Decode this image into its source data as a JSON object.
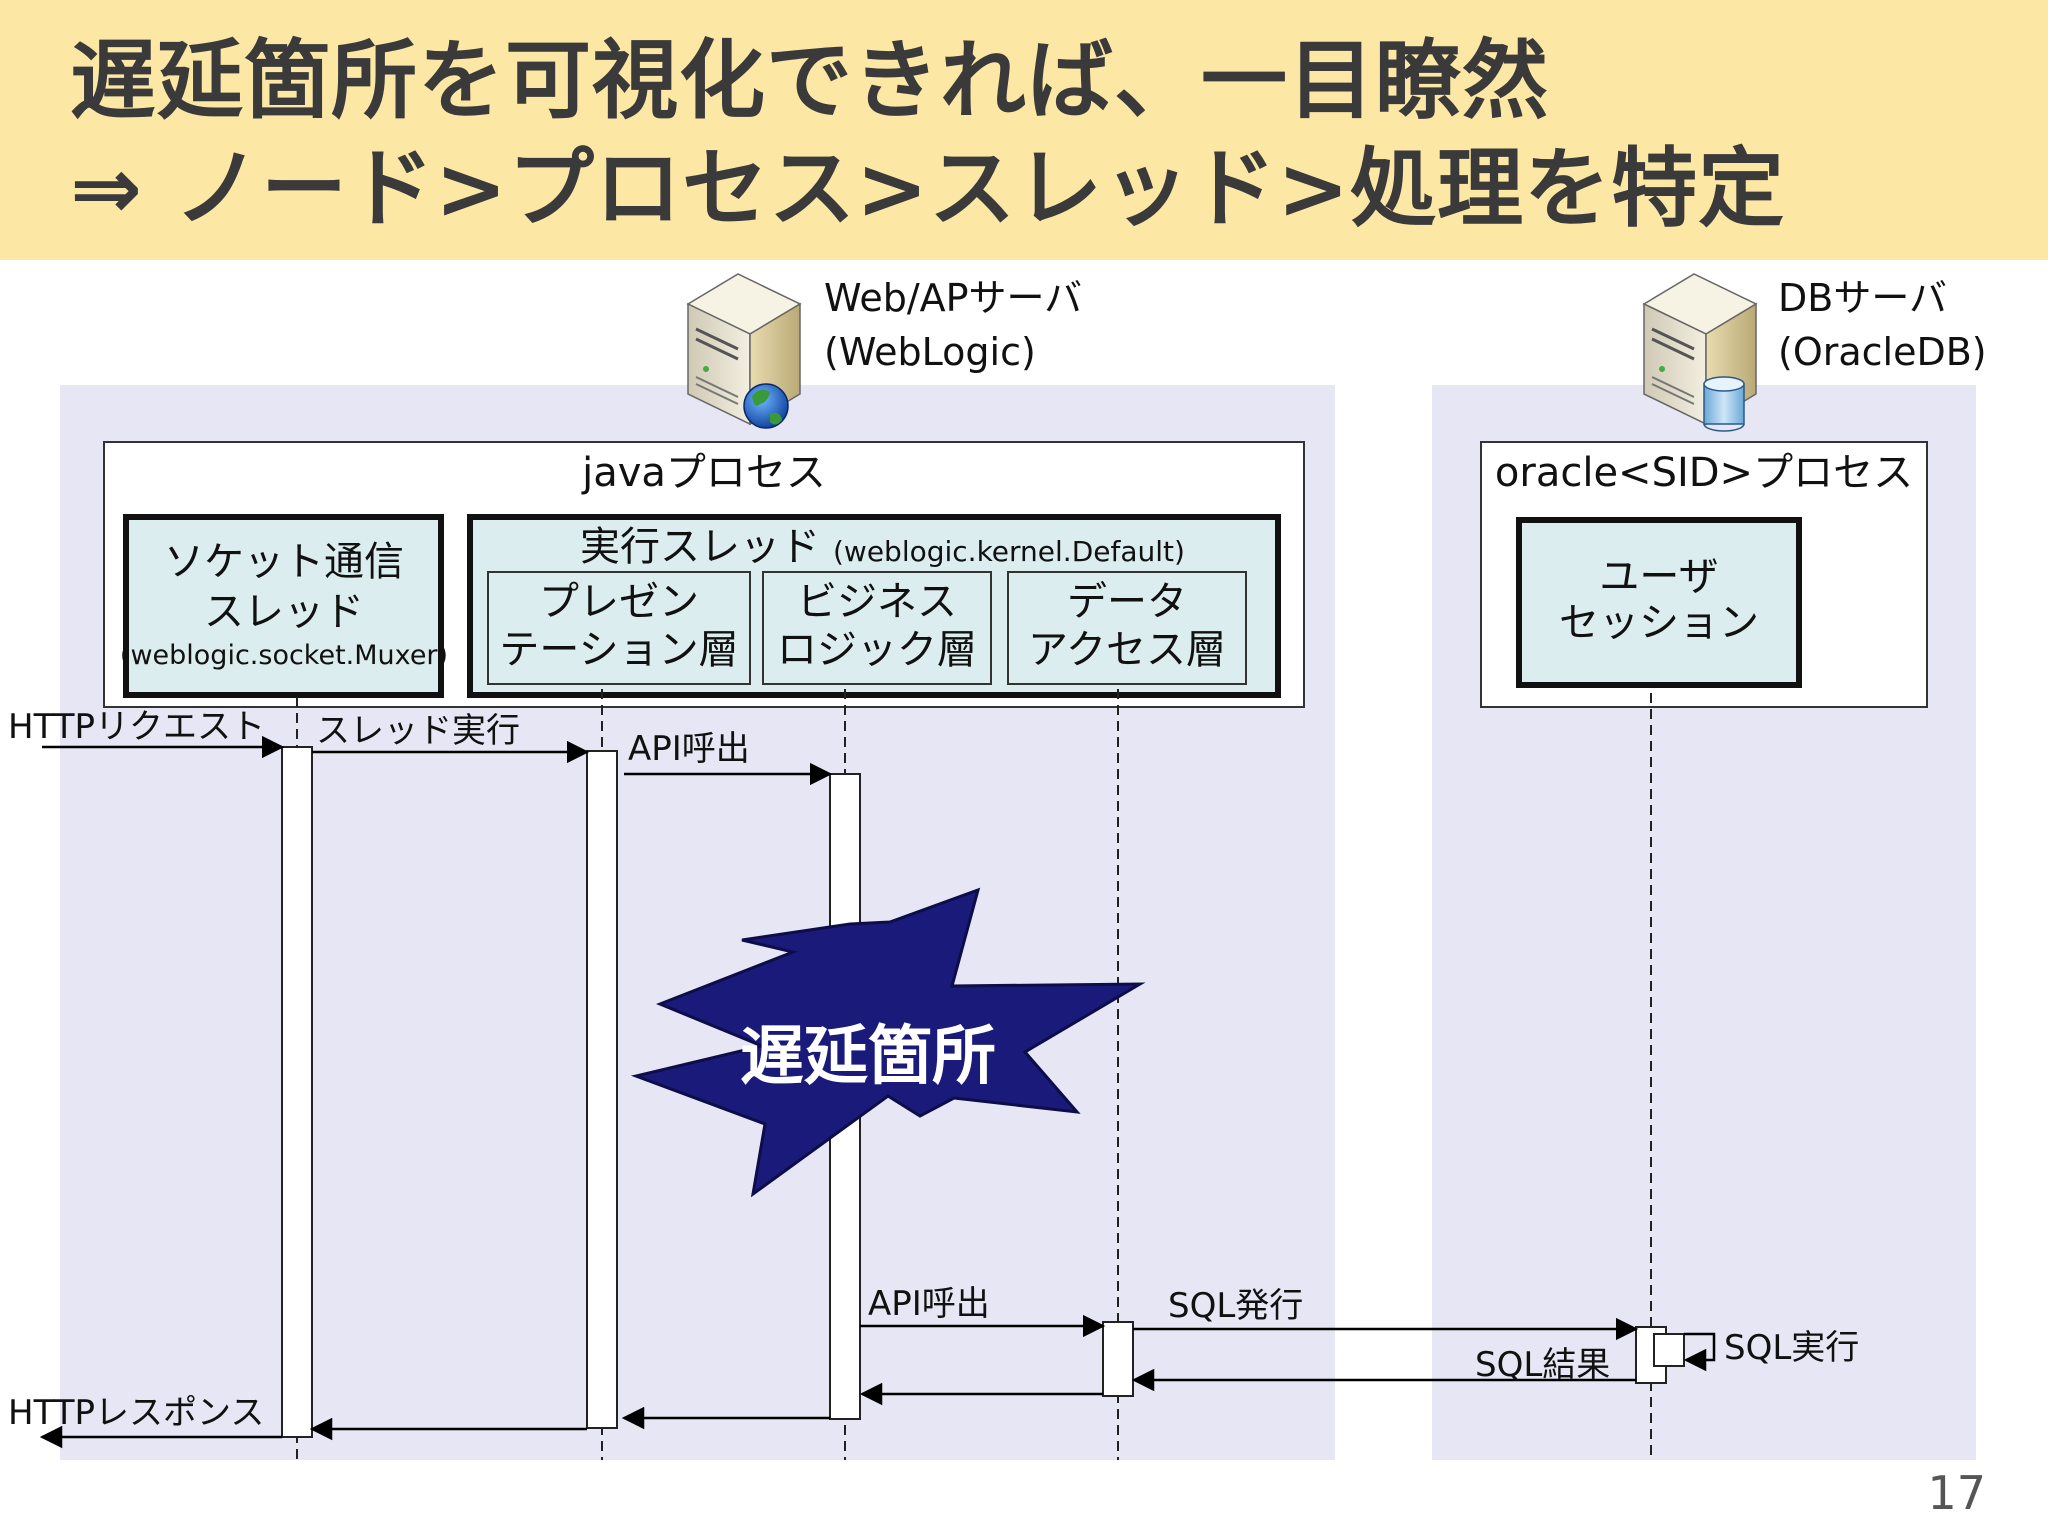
{
  "title": {
    "line1": "遅延箇所を可視化できれば、一目瞭然",
    "line2": "⇒ ノード>プロセス>スレッド>処理を特定"
  },
  "servers": {
    "web": {
      "line1": "Web/APサーバ",
      "line2": "(WebLogic)",
      "icon": "server-globe-icon"
    },
    "db": {
      "line1": "DBサーバ",
      "line2": "(OracleDB)",
      "icon": "server-database-icon"
    }
  },
  "java_process": {
    "label": "javaプロセス",
    "socket_thread": {
      "line1": "ソケット通信",
      "line2": "スレッド",
      "line3": "(weblogic.socket.Muxer)"
    },
    "exec_thread": {
      "label": "実行スレッド",
      "sublabel": "(weblogic.kernel.Default)",
      "layers": [
        {
          "line1": "プレゼン",
          "line2": "テーション層"
        },
        {
          "line1": "ビジネス",
          "line2": "ロジック層"
        },
        {
          "line1": "データ",
          "line2": "アクセス層"
        }
      ]
    }
  },
  "oracle_process": {
    "label": "oracle<SID>プロセス",
    "session": {
      "line1": "ユーザ",
      "line2": "セッション"
    }
  },
  "messages": {
    "http_request": "HTTPリクエスト",
    "thread_exec": "スレッド実行",
    "api_call_1": "API呼出",
    "api_call_2": "API呼出",
    "sql_issue": "SQL発行",
    "sql_exec": "SQL実行",
    "sql_result": "SQL結果",
    "http_response": "HTTPレスポンス"
  },
  "highlight": {
    "label": "遅延箇所",
    "color": "#1a1a7a"
  },
  "colors": {
    "title_bg": "#fce7a4",
    "lane_bg": "#e6e6f5",
    "box_fill": "#dcedef"
  },
  "page_number": "17"
}
